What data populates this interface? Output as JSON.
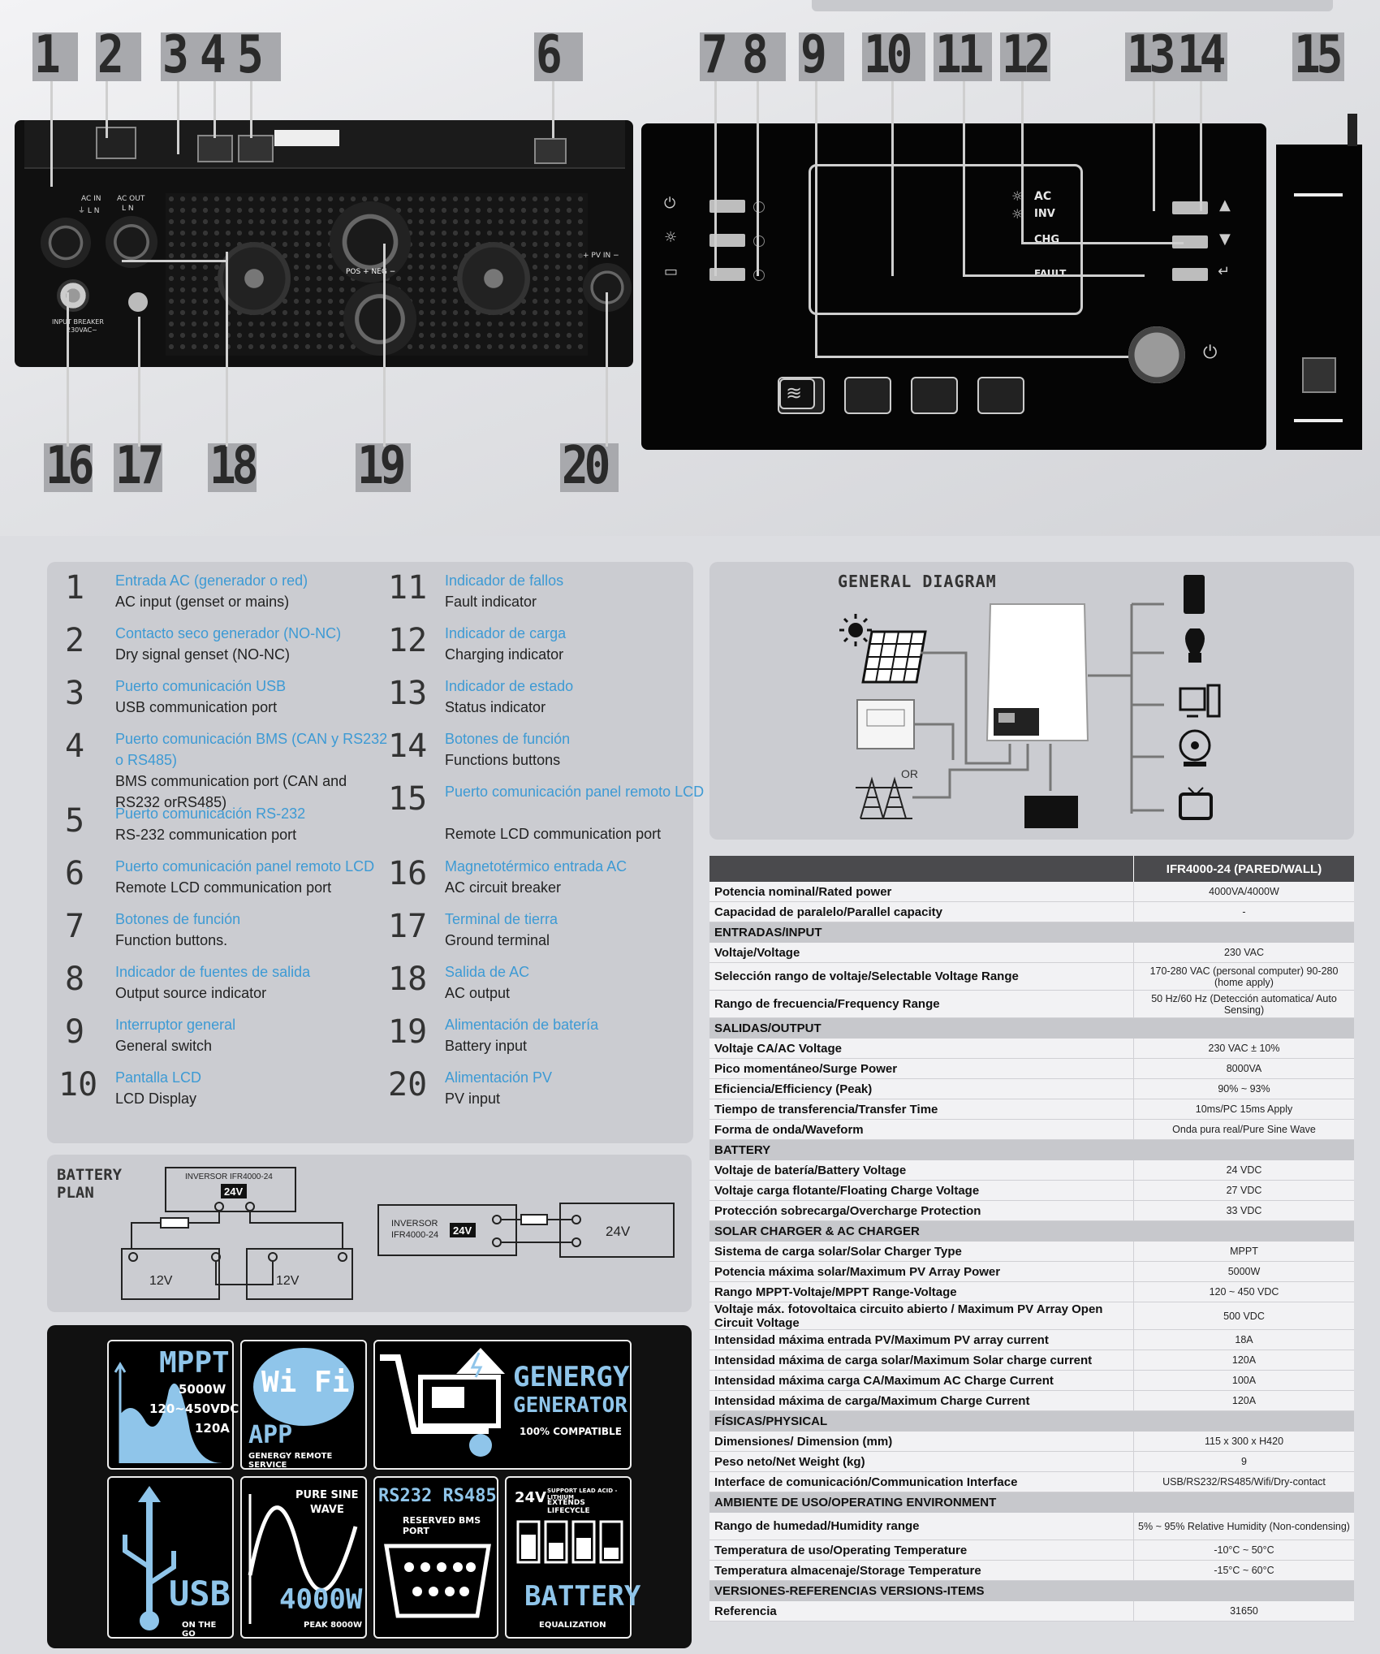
{
  "hero": {
    "numbers_top": [
      "1",
      "2",
      "3",
      "4",
      "5",
      "6",
      "7",
      "8",
      "9",
      "10",
      "11",
      "12",
      "13",
      "14",
      "15"
    ],
    "numbers_bottom": [
      "16",
      "17",
      "18",
      "19",
      "20"
    ],
    "back_labels": {
      "ac_in": "AC IN",
      "ac_in_sub": "⏚ L N",
      "ac_out": "AC OUT",
      "ac_out_sub": "L N",
      "pos_neg": "POS +   NEG −",
      "pv_in": "+ PV IN −",
      "breaker": "INPUT BREAKER",
      "breaker_sub": "230VAC~"
    },
    "front_indicators": {
      "ac": "AC",
      "inv": "INV",
      "chg": "CHG",
      "fault": "FAULT"
    }
  },
  "legend": [
    {
      "n": "1",
      "es": "Entrada AC (generador o red)",
      "en": "AC input (genset or mains)"
    },
    {
      "n": "2",
      "es": "Contacto seco generador (NO-NC)",
      "en": "Dry signal genset (NO-NC)"
    },
    {
      "n": "3",
      "es": "Puerto comunicación USB",
      "en": "USB communication port"
    },
    {
      "n": "4",
      "es": "Puerto comunicación BMS (CAN y RS232 o RS485)",
      "en": "BMS communication port (CAN and RS232 orRS485)"
    },
    {
      "n": "5",
      "es": "Puerto comunicación RS-232",
      "en": "RS-232 communication port"
    },
    {
      "n": "6",
      "es": "Puerto comunicación panel remoto LCD",
      "en": "Remote LCD communication port"
    },
    {
      "n": "7",
      "es": "Botones de función",
      "en": "Function buttons."
    },
    {
      "n": "8",
      "es": "Indicador de fuentes de salida",
      "en": "Output source indicator"
    },
    {
      "n": "9",
      "es": "Interruptor general",
      "en": "General switch"
    },
    {
      "n": "10",
      "es": "Pantalla LCD",
      "en": "LCD Display"
    },
    {
      "n": "11",
      "es": "Indicador de fallos",
      "en": "Fault indicator"
    },
    {
      "n": "12",
      "es": "Indicador de carga",
      "en": "Charging indicator"
    },
    {
      "n": "13",
      "es": "Indicador de estado",
      "en": "Status indicator"
    },
    {
      "n": "14",
      "es": "Botones de función",
      "en": "Functions buttons"
    },
    {
      "n": "15",
      "es": "Puerto comunicación panel remoto LCD",
      "en": "Remote LCD communication port"
    },
    {
      "n": "16",
      "es": "Magnetotérmico entrada AC",
      "en": "AC circuit breaker"
    },
    {
      "n": "17",
      "es": "Terminal de tierra",
      "en": "Ground terminal"
    },
    {
      "n": "18",
      "es": "Salida de AC",
      "en": "AC output"
    },
    {
      "n": "19",
      "es": "Alimentación de batería",
      "en": "Battery input"
    },
    {
      "n": "20",
      "es": "Alimentación PV",
      "en": "PV input"
    }
  ],
  "diagram": {
    "title": "GENERAL DIAGRAM",
    "or": "OR"
  },
  "battery_plan": {
    "title": "BATTERY PLAN",
    "inverter_label": "INVERSOR IFR4000-24",
    "voltage": "24V",
    "cell": "12V",
    "inverter_label_2": "INVERSOR\nIFR4000-24",
    "battery_24": "24V"
  },
  "features": {
    "mppt": {
      "title": "MPPT",
      "l1": "5000W",
      "l2": "120~450VDC",
      "l3": "120A"
    },
    "wifi": {
      "logo": "Wi Fi",
      "app": "APP",
      "sub": "GENERGY REMOTE SERVICE"
    },
    "genergy": {
      "l1": "GENERGY",
      "l2": "GENERATOR",
      "l3": "100% COMPATIBLE"
    },
    "usb": {
      "title": "USB",
      "sub": "ON THE GO"
    },
    "wave": {
      "l1": "PURE SINE",
      "l2": "WAVE",
      "l3": "4000W",
      "l4": "PEAK 8000W"
    },
    "rs": {
      "title": "RS232 RS485",
      "sub": "RESERVED BMS PORT"
    },
    "battery": {
      "v": "24V",
      "l1": "SUPPORT LEAD ACID - LITHIUM",
      "l2": "EXTENDS LIFECYCLE",
      "title": "BATTERY",
      "sub": "EQUALIZATION"
    }
  },
  "spec": {
    "model": "IFR4000-24 (PARED/WALL)",
    "rows": [
      {
        "k": "Potencia nominal/Rated power",
        "v": "4000VA/4000W"
      },
      {
        "k": "Capacidad de paralelo/Parallel capacity",
        "v": "-"
      },
      {
        "section": "ENTRADAS/INPUT"
      },
      {
        "k": "Voltaje/Voltage",
        "v": "230 VAC"
      },
      {
        "k": "Selección rango de voltaje/Selectable Voltage Range",
        "v": "170-280 VAC (personal computer) 90-280 (home apply)",
        "tall": true
      },
      {
        "k": "Rango de frecuencia/Frequency Range",
        "v": "50 Hz/60 Hz (Detección automatica/ Auto Sensing)",
        "tall": true
      },
      {
        "section": "SALIDAS/OUTPUT"
      },
      {
        "k": "Voltaje CA/AC Voltage",
        "v": "230 VAC ± 10%"
      },
      {
        "k": "Pico momentáneo/Surge Power",
        "v": "8000VA"
      },
      {
        "k": "Eficiencia/Efficiency (Peak)",
        "v": "90% ~ 93%"
      },
      {
        "k": "Tiempo de transferencia/Transfer Time",
        "v": "10ms/PC 15ms Apply"
      },
      {
        "k": "Forma de onda/Waveform",
        "v": "Onda pura real/Pure Sine Wave"
      },
      {
        "section": "BATTERY"
      },
      {
        "k": "Voltaje de batería/Battery Voltage",
        "v": "24 VDC"
      },
      {
        "k": "Voltaje carga flotante/Floating Charge Voltage",
        "v": "27 VDC"
      },
      {
        "k": "Protección sobrecarga/Overcharge Protection",
        "v": "33 VDC"
      },
      {
        "section": "SOLAR CHARGER & AC CHARGER"
      },
      {
        "k": "Sistema de carga solar/Solar Charger Type",
        "v": "MPPT"
      },
      {
        "k": "Potencia máxima solar/Maximum PV Array Power",
        "v": "5000W"
      },
      {
        "k": "Rango MPPT-Voltaje/MPPT Range-Voltage",
        "v": "120 ~ 450 VDC"
      },
      {
        "k": "Voltaje máx. fotovoltaica circuito abierto / Maximum PV Array Open Circuit Voltage",
        "v": "500 VDC",
        "tall": true
      },
      {
        "k": "Intensidad máxima entrada PV/Maximum PV array current",
        "v": "18A"
      },
      {
        "k": "Intensidad máxima de carga solar/Maximum Solar charge current",
        "v": "120A"
      },
      {
        "k": "Intensidad máxima carga CA/Maximum AC Charge Current",
        "v": "100A"
      },
      {
        "k": "Intensidad máxima de carga/Maximum Charge Current",
        "v": "120A"
      },
      {
        "section": "FÍSICAS/PHYSICAL"
      },
      {
        "k": "Dimensiones/ Dimension (mm)",
        "v": "115 x 300 x H420"
      },
      {
        "k": "Peso neto/Net Weight (kg)",
        "v": "9"
      },
      {
        "k": "Interface de comunicación/Communication Interface",
        "v": "USB/RS232/RS485/Wifi/Dry-contact"
      },
      {
        "section": "AMBIENTE DE USO/OPERATING ENVIRONMENT"
      },
      {
        "k": "Rango de humedad/Humidity range",
        "v": "5% ~ 95% Relative Humidity (Non-condensing)",
        "tall": true
      },
      {
        "k": "Temperatura de uso/Operating Temperature",
        "v": "-10°C ~ 50°C"
      },
      {
        "k": "Temperatura almacenaje/Storage Temperature",
        "v": "-15°C ~ 60°C"
      },
      {
        "section": "VERSIONES-REFERENCIAS VERSIONS-ITEMS"
      },
      {
        "k": "Referencia",
        "v": "31650"
      }
    ]
  }
}
